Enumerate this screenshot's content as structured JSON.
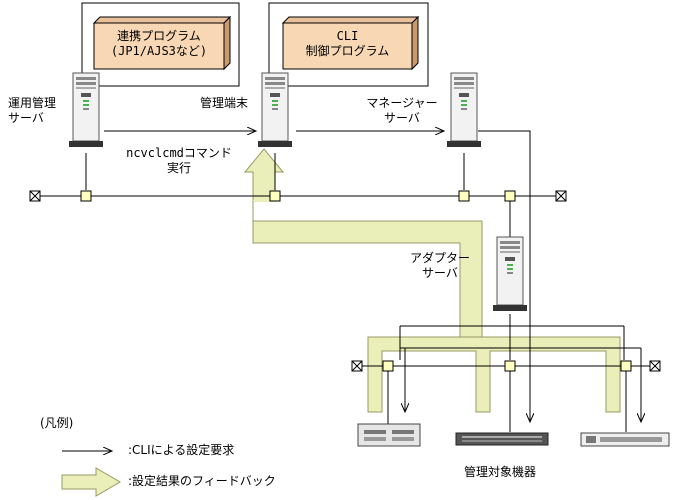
{
  "labels": {
    "operation_server": [
      "運用管理",
      "サーバ"
    ],
    "management_terminal": "管理端末",
    "manager_server": [
      "マネージャー",
      "サーバ"
    ],
    "adapter_server": [
      "アダプター",
      "サーバ"
    ],
    "command_label": [
      "ncvclcmdコマンド",
      "実行"
    ],
    "managed_devices": "管理対象機器"
  },
  "programs": {
    "linked_program": [
      "連携プログラム",
      "(JP1/AJS3など)"
    ],
    "cli_program": [
      "CLI",
      "制御プログラム"
    ]
  },
  "legend": {
    "title": "(凡例)",
    "cli_request": ":CLIによる設定要求",
    "feedback": ":設定結果のフィードバック"
  },
  "colors": {
    "program_box_face": "#f8d7b4",
    "program_box_side": "#c99a6c",
    "feedback_arrow": "#eaeeb8",
    "feedback_arrow_edge": "#999966",
    "node_fill": "#ffffc0"
  }
}
